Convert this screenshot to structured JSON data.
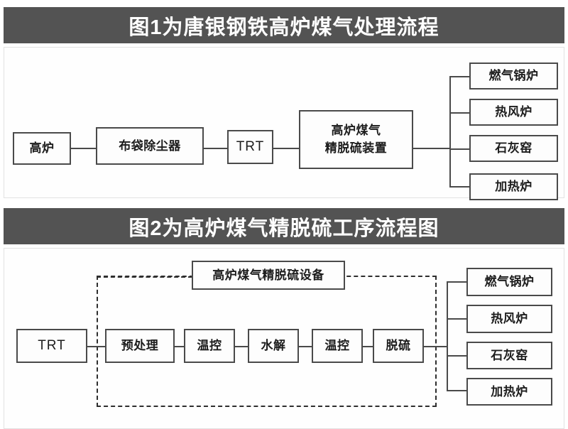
{
  "page": {
    "background": "#ffffff",
    "header_bar_color": "#535353",
    "header_text_color": "#ffffff",
    "node_border_color": "#4a4a4a",
    "line_color": "#4a4a4a"
  },
  "sections": [
    {
      "id": "figure-1",
      "title": "图1为唐银钢铁高炉煤气处理流程",
      "chain": [
        {
          "label": "高炉"
        },
        {
          "label": "布袋除尘器"
        },
        {
          "label": "TRT"
        },
        {
          "label_line1": "高炉煤气",
          "label_line2": "精脱硫装置"
        }
      ],
      "outputs": [
        {
          "label": "燃气锅炉"
        },
        {
          "label": "热风炉"
        },
        {
          "label": "石灰窑"
        },
        {
          "label": "加热炉"
        }
      ]
    },
    {
      "id": "figure-2",
      "title": "图2为高炉煤气精脱硫工序流程图",
      "group_label": "高炉煤气精脱硫设备",
      "chain": [
        {
          "label": "TRT"
        },
        {
          "label": "预处理"
        },
        {
          "label": "温控"
        },
        {
          "label": "水解"
        },
        {
          "label": "温控"
        },
        {
          "label": "脱硫"
        }
      ],
      "outputs": [
        {
          "label": "燃气锅炉"
        },
        {
          "label": "热风炉"
        },
        {
          "label": "石灰窑"
        },
        {
          "label": "加热炉"
        }
      ]
    }
  ]
}
